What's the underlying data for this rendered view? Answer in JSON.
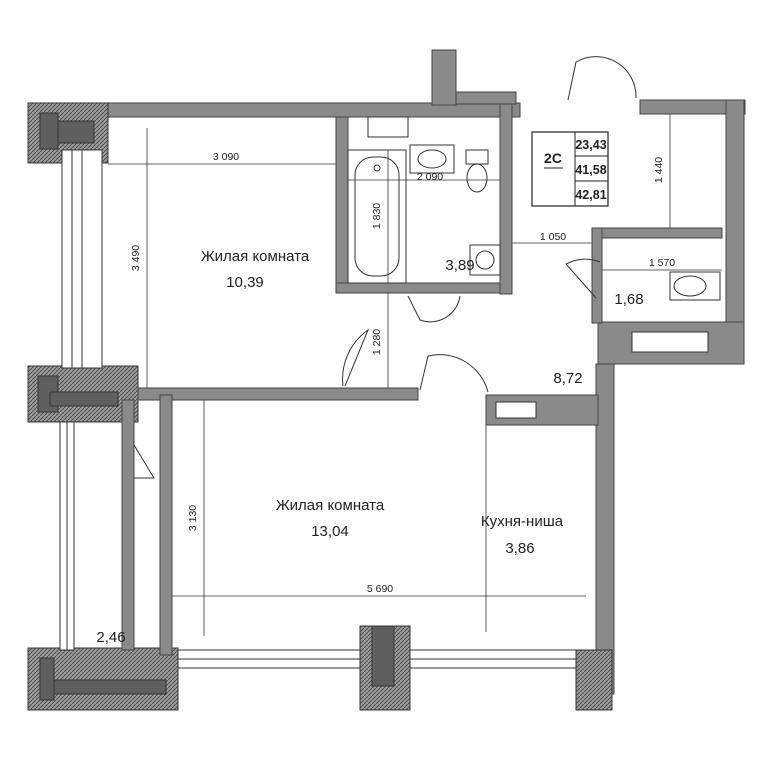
{
  "badge": {
    "code": "2С",
    "area_living": "23,43",
    "area_total": "41,58",
    "area_with_balcony": "42,81"
  },
  "rooms": {
    "living1_name": "Жилая комната",
    "living1_area": "10,39",
    "living2_name": "Жилая комната",
    "living2_area": "13,04",
    "kitchen_name": "Кухня-ниша",
    "kitchen_area": "3,86",
    "bathroom_area": "3,89",
    "wc_area": "1,68",
    "hall_area": "8,72",
    "balcony_area": "2,46"
  },
  "dimensions": {
    "d3090": "3 090",
    "d3490": "3 490",
    "d2090": "2 090",
    "d1830": "1 830",
    "d1280": "1 280",
    "d1050": "1 050",
    "d1440": "1 440",
    "d1570": "1 570",
    "d3130": "3 130",
    "d5690": "5 690"
  }
}
